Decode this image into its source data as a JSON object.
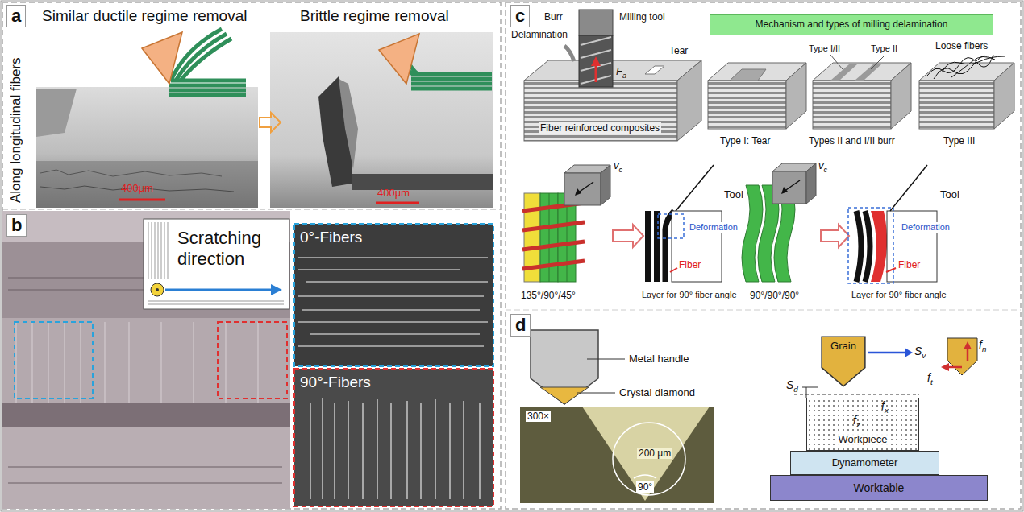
{
  "diagram": {
    "nodes": [
      {
        "text": [
          "Mechanism and types of milling delamination"
        ]
      },
      {
        "text": [
          "Grain"
        ]
      },
      {
        "text": [
          "Workpiece"
        ]
      },
      {
        "text": [
          "Dynamometer"
        ]
      },
      {
        "text": [
          "Worktable"
        ]
      }
    ],
    "labels": [
      "a",
      "Similar ductile regime removal",
      "Brittle regime removal",
      "Along longitudinal fibers",
      "400μm",
      "400μm",
      "b",
      "Scratching direction",
      "0°-Fibers",
      "90°-Fibers",
      "c",
      "Burr",
      "Milling tool",
      "Delamination",
      "Tear",
      "Fa",
      "Fiber reinforced composites",
      "Type I: Tear",
      "Type I/II",
      "Type II",
      "Types II and I/II burr",
      "Loose fibers",
      "Type III",
      "vc",
      "Tool",
      "Deformation",
      "Fiber",
      "135°/90°/45°",
      "Layer for 90° fiber angle",
      "vc",
      "Tool",
      "Deformation",
      "Fiber",
      "90°/90°/90°",
      "Layer for 90° fiber angle",
      "d",
      "Metal handle",
      "Crystal diamond",
      "300×",
      "200 μm",
      "90°",
      "Sv",
      "Sd",
      "fx",
      "fz",
      "fn",
      "ft"
    ]
  }
}
